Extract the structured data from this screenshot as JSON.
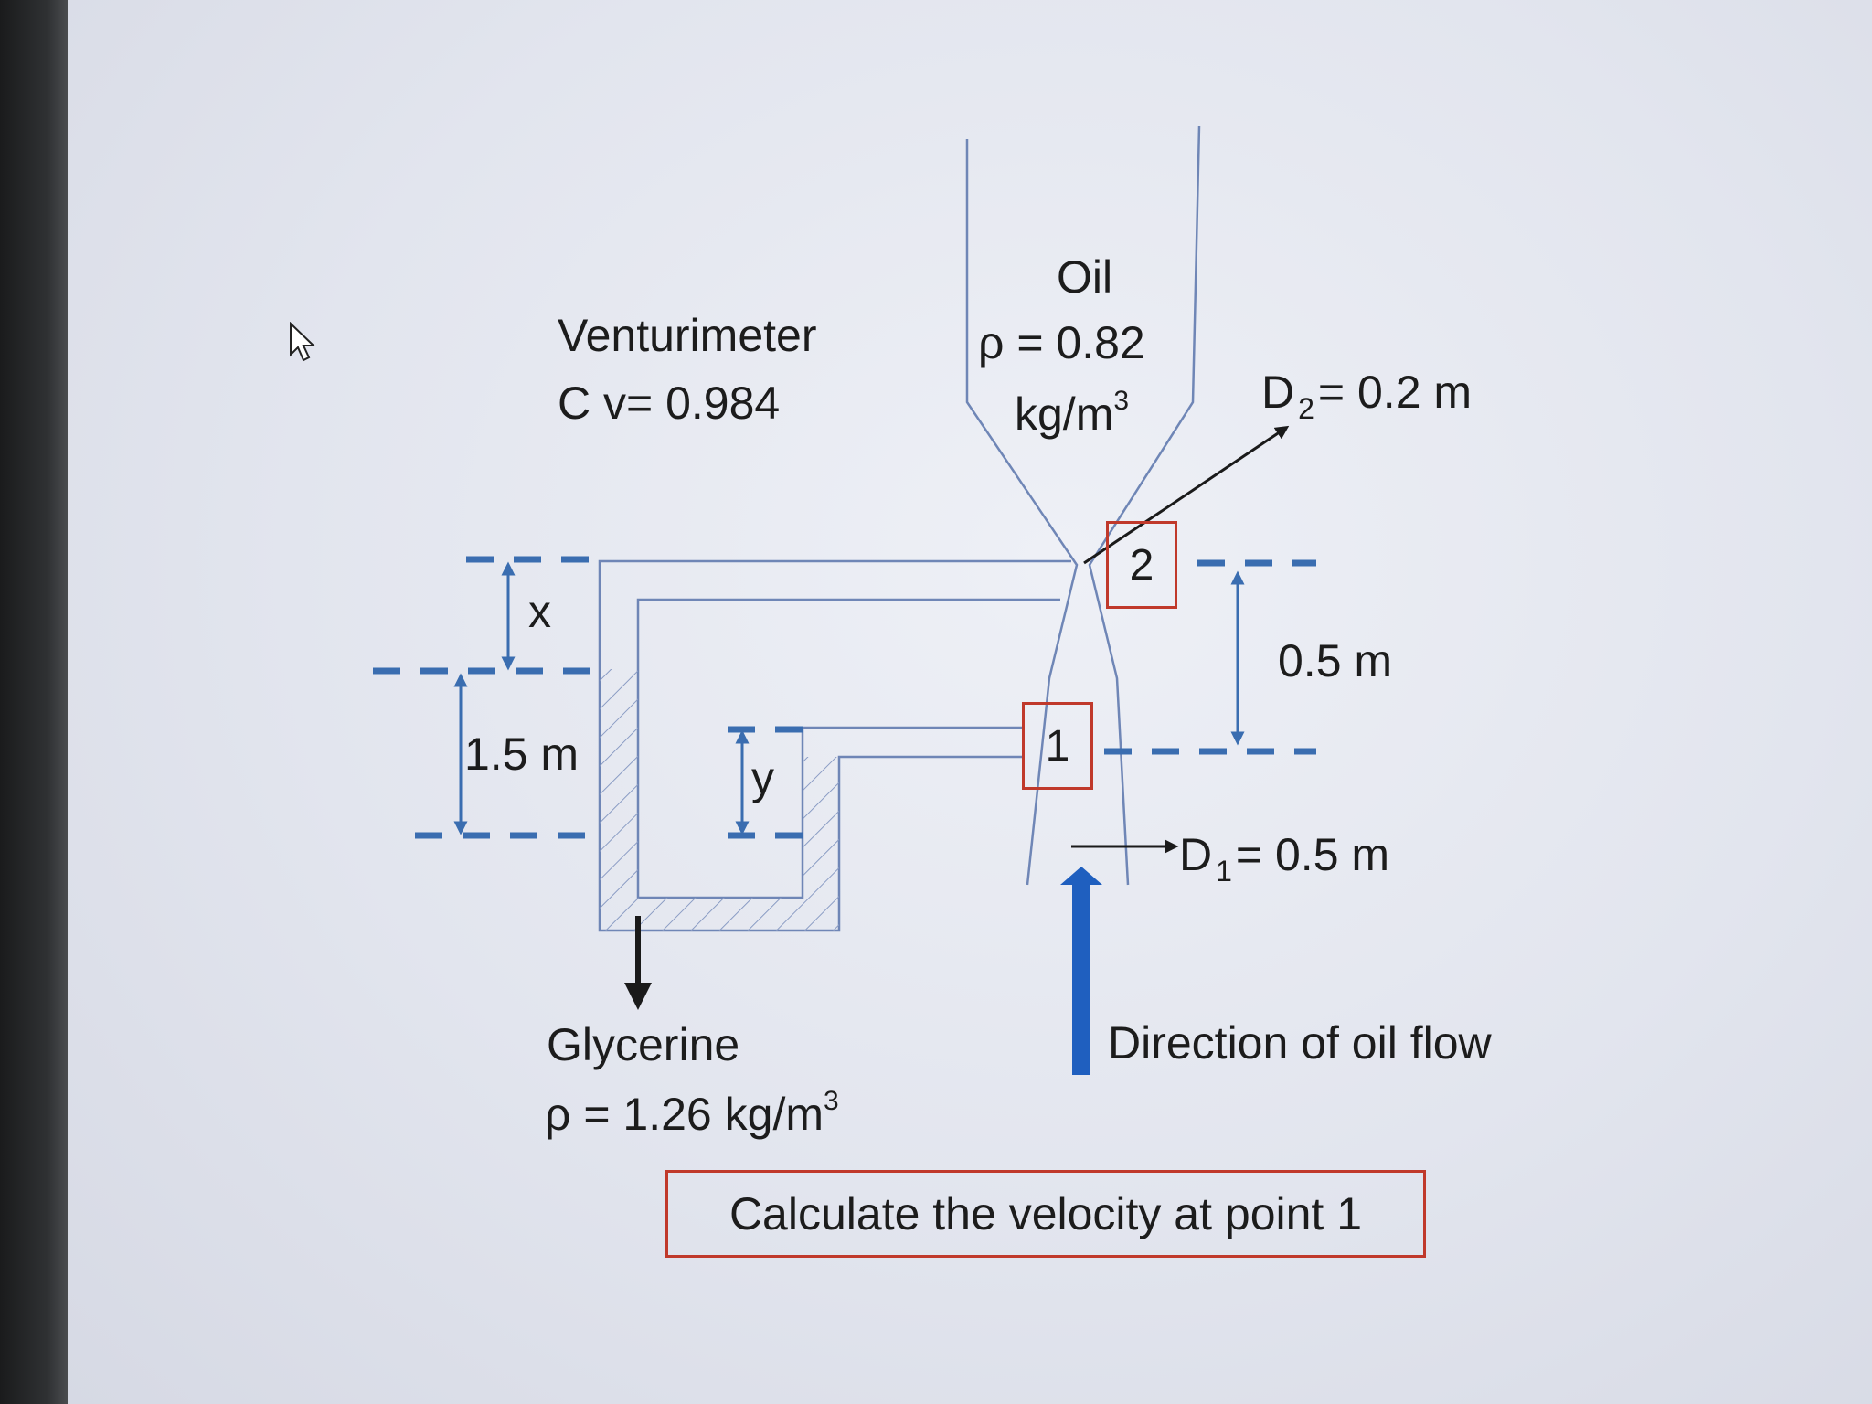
{
  "title": "Venturimeter",
  "cv": "C v= 0.984",
  "oil": {
    "name": "Oil",
    "rho": "ρ  = 0.82",
    "unit": "kg/m",
    "unit_sup": "3"
  },
  "d2": {
    "prefix": "D",
    "sub": "2",
    "rest": "= 0.2 m"
  },
  "d1": {
    "prefix": "D",
    "sub": "1",
    "rest": "= 0.5 m"
  },
  "point2": "2",
  "point1": "1",
  "dist_05": "0.5 m",
  "label_x": "x",
  "label_15": "1.5 m",
  "label_y": "y",
  "glycerine": {
    "name": "Glycerine",
    "rho": "ρ = 1.26 kg/m",
    "sup": "3"
  },
  "flow_direction": "Direction of oil flow",
  "question": "Calculate the velocity at point 1",
  "colors": {
    "dim_blue": "#3a6db0",
    "pipe": "#6f86b6",
    "box_red": "#c0392b",
    "flow_arrow": "#1f5fbf"
  }
}
